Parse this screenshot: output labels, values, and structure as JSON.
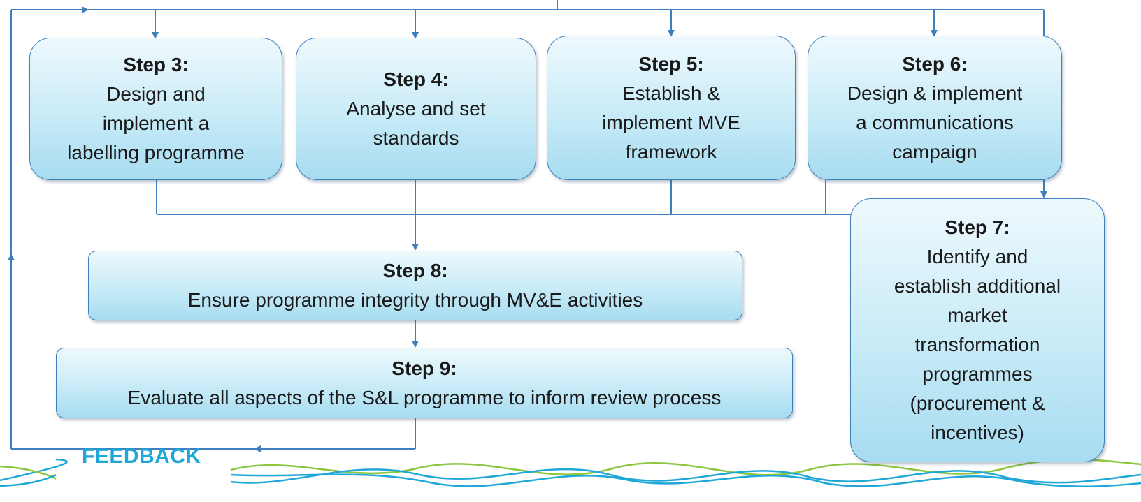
{
  "steps": [
    {
      "id": "step-3",
      "title": "Step 3:",
      "desc": "Design and\nimplement a\nlabelling programme"
    },
    {
      "id": "step-4",
      "title": "Step 4:",
      "desc": "Analyse and set\nstandards"
    },
    {
      "id": "step-5",
      "title": "Step 5:",
      "desc": "Establish &\nimplement MVE\nframework"
    },
    {
      "id": "step-6",
      "title": "Step 6:",
      "desc": "Design & implement\na communications\ncampaign"
    },
    {
      "id": "step-7",
      "title": "Step 7:",
      "desc": "Identify and\nestablish additional\nmarket\ntransformation\nprogrammes\n(procurement &\nincentives)"
    },
    {
      "id": "step-8",
      "title": "Step 8:",
      "desc": "Ensure programme integrity through MV&E activities"
    },
    {
      "id": "step-9",
      "title": "Step 9:",
      "desc": "Evaluate all aspects of the S&L programme to inform review process"
    }
  ],
  "feedback_label": "FEEDBACK",
  "colors": {
    "connector": "#3f7fbd",
    "box_top": "#eef9fd",
    "box_bottom": "#a7dcf1",
    "wave_green": "#8dc63f",
    "wave_blue": "#1fa7d8",
    "feedback_text": "#1fa7d8"
  }
}
